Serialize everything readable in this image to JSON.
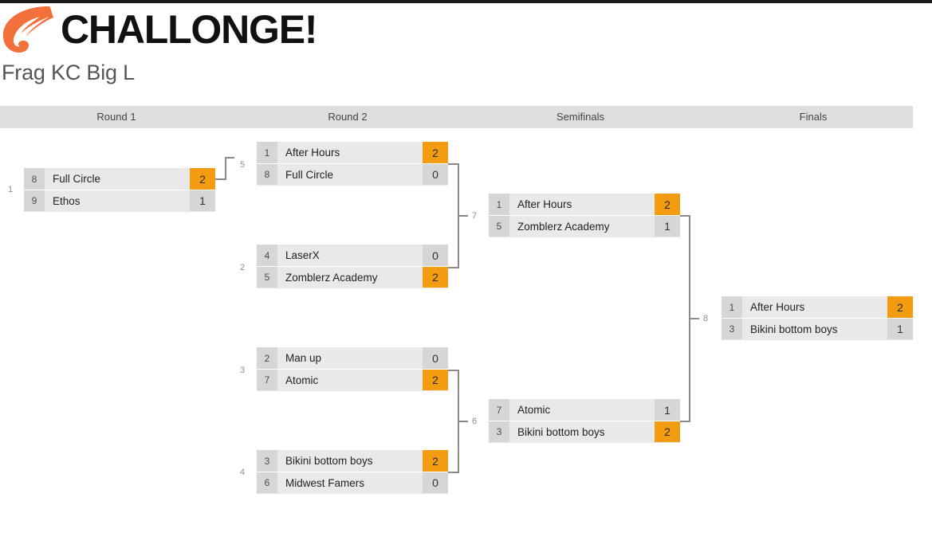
{
  "branding": {
    "logo_icon": "challonge-flame-logo",
    "wordmark": "CHALLONGE!",
    "accent_color": "#f2703a"
  },
  "tournament": {
    "title": "Frag KC Big L",
    "type": "single-elimination-bracket"
  },
  "rounds": [
    {
      "label": "Round 1"
    },
    {
      "label": "Round 2"
    },
    {
      "label": "Semifinals"
    },
    {
      "label": "Finals"
    }
  ],
  "colors": {
    "winner_score_bg": "#f39c12",
    "loser_score_bg": "#d6d6d6",
    "row_bg": "#e9e9e9",
    "seed_bg": "#d6d6d6",
    "header_bar_bg": "#dedede",
    "connector": "#8a8a8a"
  },
  "matches": [
    {
      "number": "1",
      "round": "Round 1",
      "participants": [
        {
          "seed": "8",
          "name": "Full Circle",
          "score": "2",
          "winner": true
        },
        {
          "seed": "9",
          "name": "Ethos",
          "score": "1",
          "winner": false
        }
      ]
    },
    {
      "number": "5",
      "round": "Round 2",
      "participants": [
        {
          "seed": "1",
          "name": "After Hours",
          "score": "2",
          "winner": true
        },
        {
          "seed": "8",
          "name": "Full Circle",
          "score": "0",
          "winner": false
        }
      ]
    },
    {
      "number": "2",
      "round": "Round 2",
      "participants": [
        {
          "seed": "4",
          "name": "LaserX",
          "score": "0",
          "winner": false
        },
        {
          "seed": "5",
          "name": "Zomblerz Academy",
          "score": "2",
          "winner": true
        }
      ]
    },
    {
      "number": "3",
      "round": "Round 2",
      "participants": [
        {
          "seed": "2",
          "name": "Man up",
          "score": "0",
          "winner": false
        },
        {
          "seed": "7",
          "name": "Atomic",
          "score": "2",
          "winner": true
        }
      ]
    },
    {
      "number": "4",
      "round": "Round 2",
      "participants": [
        {
          "seed": "3",
          "name": "Bikini bottom boys",
          "score": "2",
          "winner": true
        },
        {
          "seed": "6",
          "name": "Midwest Famers",
          "score": "0",
          "winner": false
        }
      ]
    },
    {
      "number": "7",
      "round": "Semifinals",
      "participants": [
        {
          "seed": "1",
          "name": "After Hours",
          "score": "2",
          "winner": true
        },
        {
          "seed": "5",
          "name": "Zomblerz Academy",
          "score": "1",
          "winner": false
        }
      ]
    },
    {
      "number": "6",
      "round": "Semifinals",
      "participants": [
        {
          "seed": "7",
          "name": "Atomic",
          "score": "1",
          "winner": false
        },
        {
          "seed": "3",
          "name": "Bikini bottom boys",
          "score": "2",
          "winner": true
        }
      ]
    },
    {
      "number": "8",
      "round": "Finals",
      "participants": [
        {
          "seed": "1",
          "name": "After Hours",
          "score": "2",
          "winner": true
        },
        {
          "seed": "3",
          "name": "Bikini bottom boys",
          "score": "1",
          "winner": false
        }
      ]
    }
  ]
}
